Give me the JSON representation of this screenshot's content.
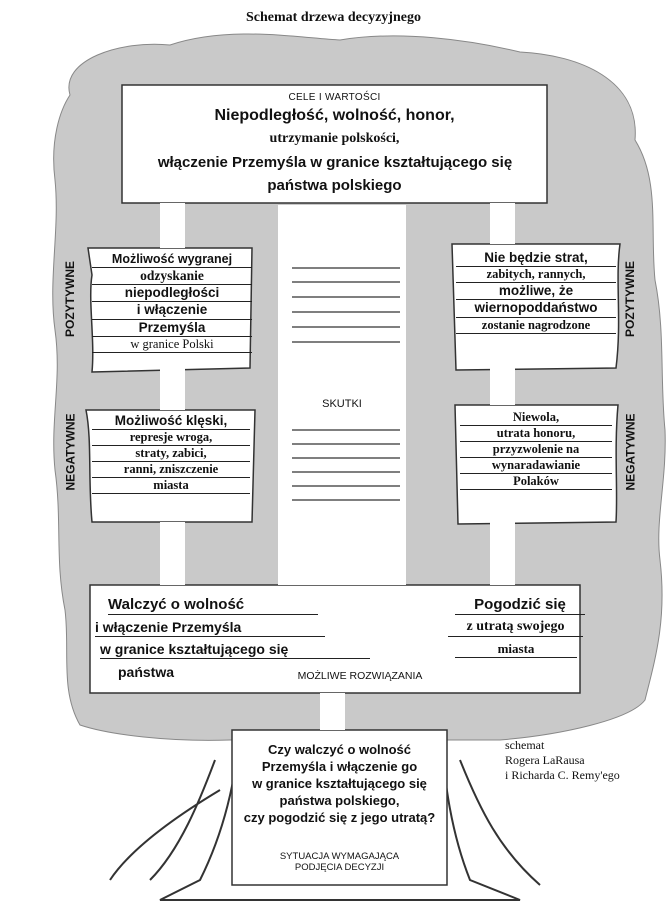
{
  "title": "Schemat drzewa decyzyjnego",
  "goals": {
    "heading": "CELE I WARTOŚCI",
    "lines": [
      "Niepodległość, wolność, honor,",
      "utrzymanie polskości,",
      "włączenie Przemyśla w granice kształtującego się",
      "państwa polskiego"
    ]
  },
  "side_labels": {
    "positive": "POZYTYWNE",
    "negative": "NEGATYWNE"
  },
  "consequences": {
    "heading": "SKUTKI",
    "fight_positive": [
      "Możliwość wygranej",
      "odzyskanie",
      "niepodległości",
      "i włączenie",
      "Przemyśla",
      "w granice Polski"
    ],
    "accept_positive": [
      "Nie będzie strat,",
      "zabitych, rannych,",
      "możliwe, że",
      "wiernopoddaństwo",
      "zostanie nagrodzone"
    ],
    "fight_negative": [
      "Możliwość klęski,",
      "represje wroga,",
      "straty, zabici,",
      "ranni, zniszczenie",
      "miasta"
    ],
    "accept_negative": [
      "Niewola,",
      "utrata honoru,",
      "przyzwolenie na",
      "wynaradawianie",
      "Polaków"
    ]
  },
  "options": {
    "heading": "MOŻLIWE ROZWIĄZANIA",
    "fight": [
      "Walczyć o wolność",
      "i włączenie Przemyśla",
      "w granice kształtującego się",
      "państwa"
    ],
    "accept": [
      "Pogodzić się",
      "z utratą swojego",
      "miasta"
    ]
  },
  "situation": {
    "question": [
      "Czy walczyć o wolność",
      "Przemyśla i włączenie go",
      "w granice kształtującego się",
      "państwa polskiego,",
      "czy pogodzić się z jego utratą?"
    ],
    "heading": [
      "SYTUACJA WYMAGAJĄCA",
      "PODJĘCIA DECYZJI"
    ]
  },
  "credit": [
    "schemat",
    "Rogera LaRausa",
    "i Richarda C. Remy'ego"
  ],
  "colors": {
    "foliage": "#c9c9c9",
    "ink": "#111111",
    "paper": "#ffffff"
  }
}
